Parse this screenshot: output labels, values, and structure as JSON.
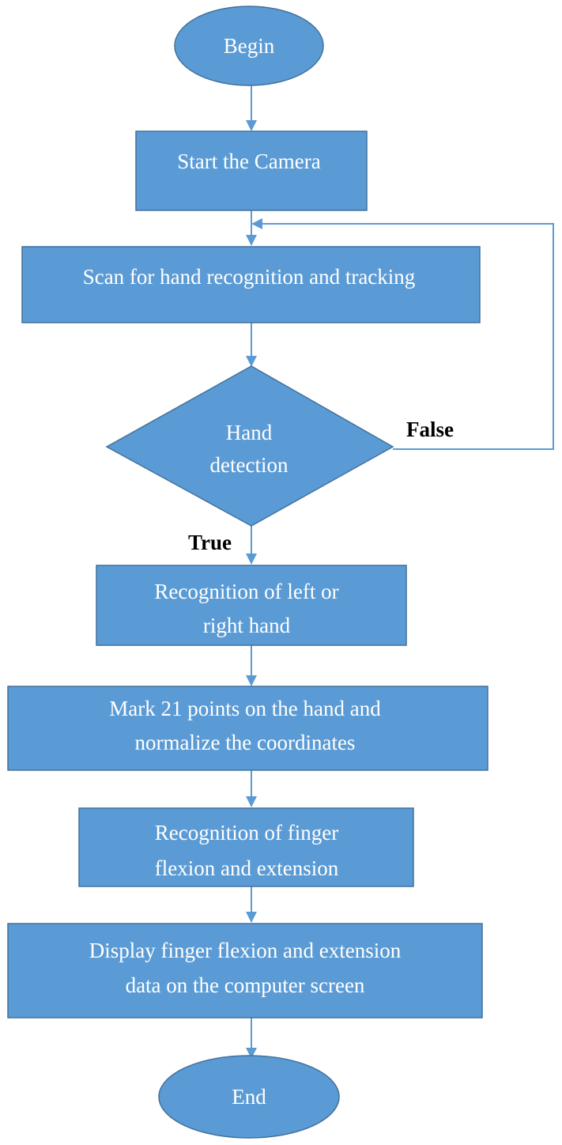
{
  "nodes": {
    "begin": {
      "label": "Begin"
    },
    "start_camera": {
      "label": "Start the Camera"
    },
    "scan": {
      "label": "Scan for hand recognition and tracking"
    },
    "hand_detection": {
      "line1": "Hand",
      "line2": "detection"
    },
    "recognition_lr": {
      "line1": "Recognition of left or",
      "line2": "right hand"
    },
    "mark_points": {
      "line1": "Mark 21 points on the hand and",
      "line2": "normalize the coordinates"
    },
    "finger_recognition": {
      "line1": "Recognition of finger",
      "line2": "flexion and extension"
    },
    "display": {
      "line1": "Display finger flexion and extension",
      "line2": "data on the computer screen"
    },
    "end": {
      "label": "End"
    }
  },
  "edges": {
    "false_label": "False",
    "true_label": "True"
  },
  "colors": {
    "fill": "#5b9bd5",
    "stroke": "#41719c",
    "connector": "#5b9bd5",
    "node_text": "#ffffff",
    "edge_text": "#000000"
  }
}
